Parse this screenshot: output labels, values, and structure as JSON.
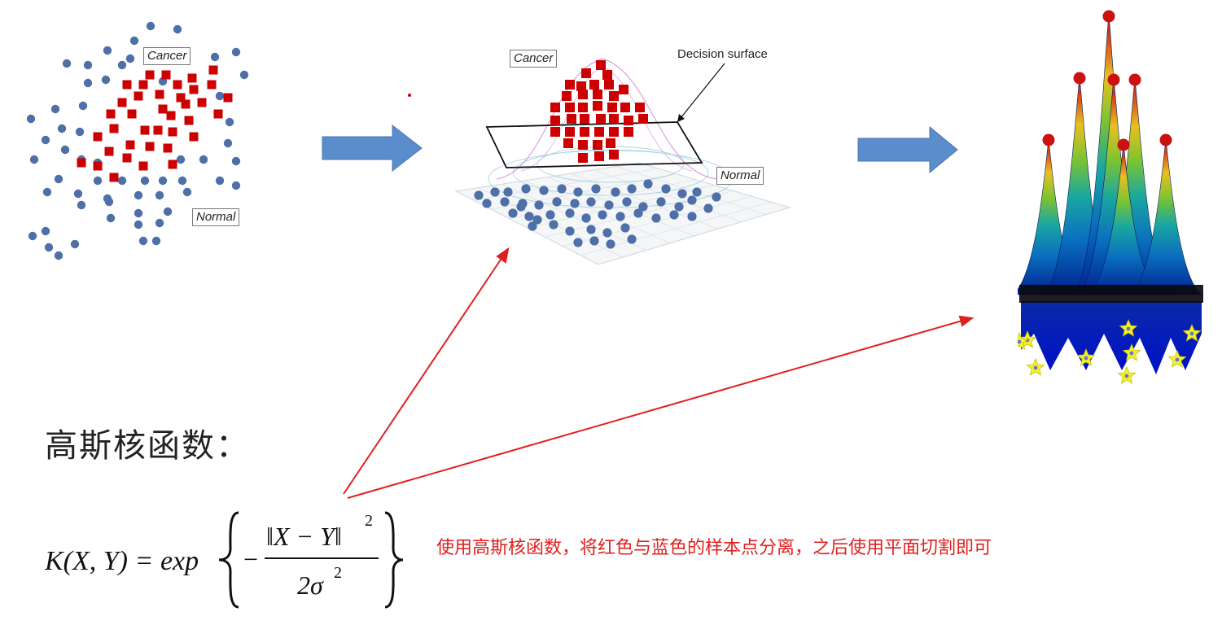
{
  "panel1": {
    "cancer_label": "Cancer",
    "normal_label": "Normal"
  },
  "panel2": {
    "cancer_label": "Cancer",
    "normal_label": "Normal",
    "decision_label": "Decision surface"
  },
  "bottom": {
    "title": "高斯核函数：",
    "note": "使用高斯核函数，将红色与蓝色的样本点分离，之后使用平面切割即可"
  },
  "formula": {
    "lhs": "K(X, Y) = exp",
    "numerator": "‖X − Y‖",
    "exponent": "2",
    "denominator": "2σ",
    "den_exponent": "2",
    "minus": "−"
  },
  "colors": {
    "arrow": "#5b8ccc",
    "red_square": "#cc0000",
    "blue_dot": "#4f6fa8",
    "annotation_red": "#e02020"
  }
}
